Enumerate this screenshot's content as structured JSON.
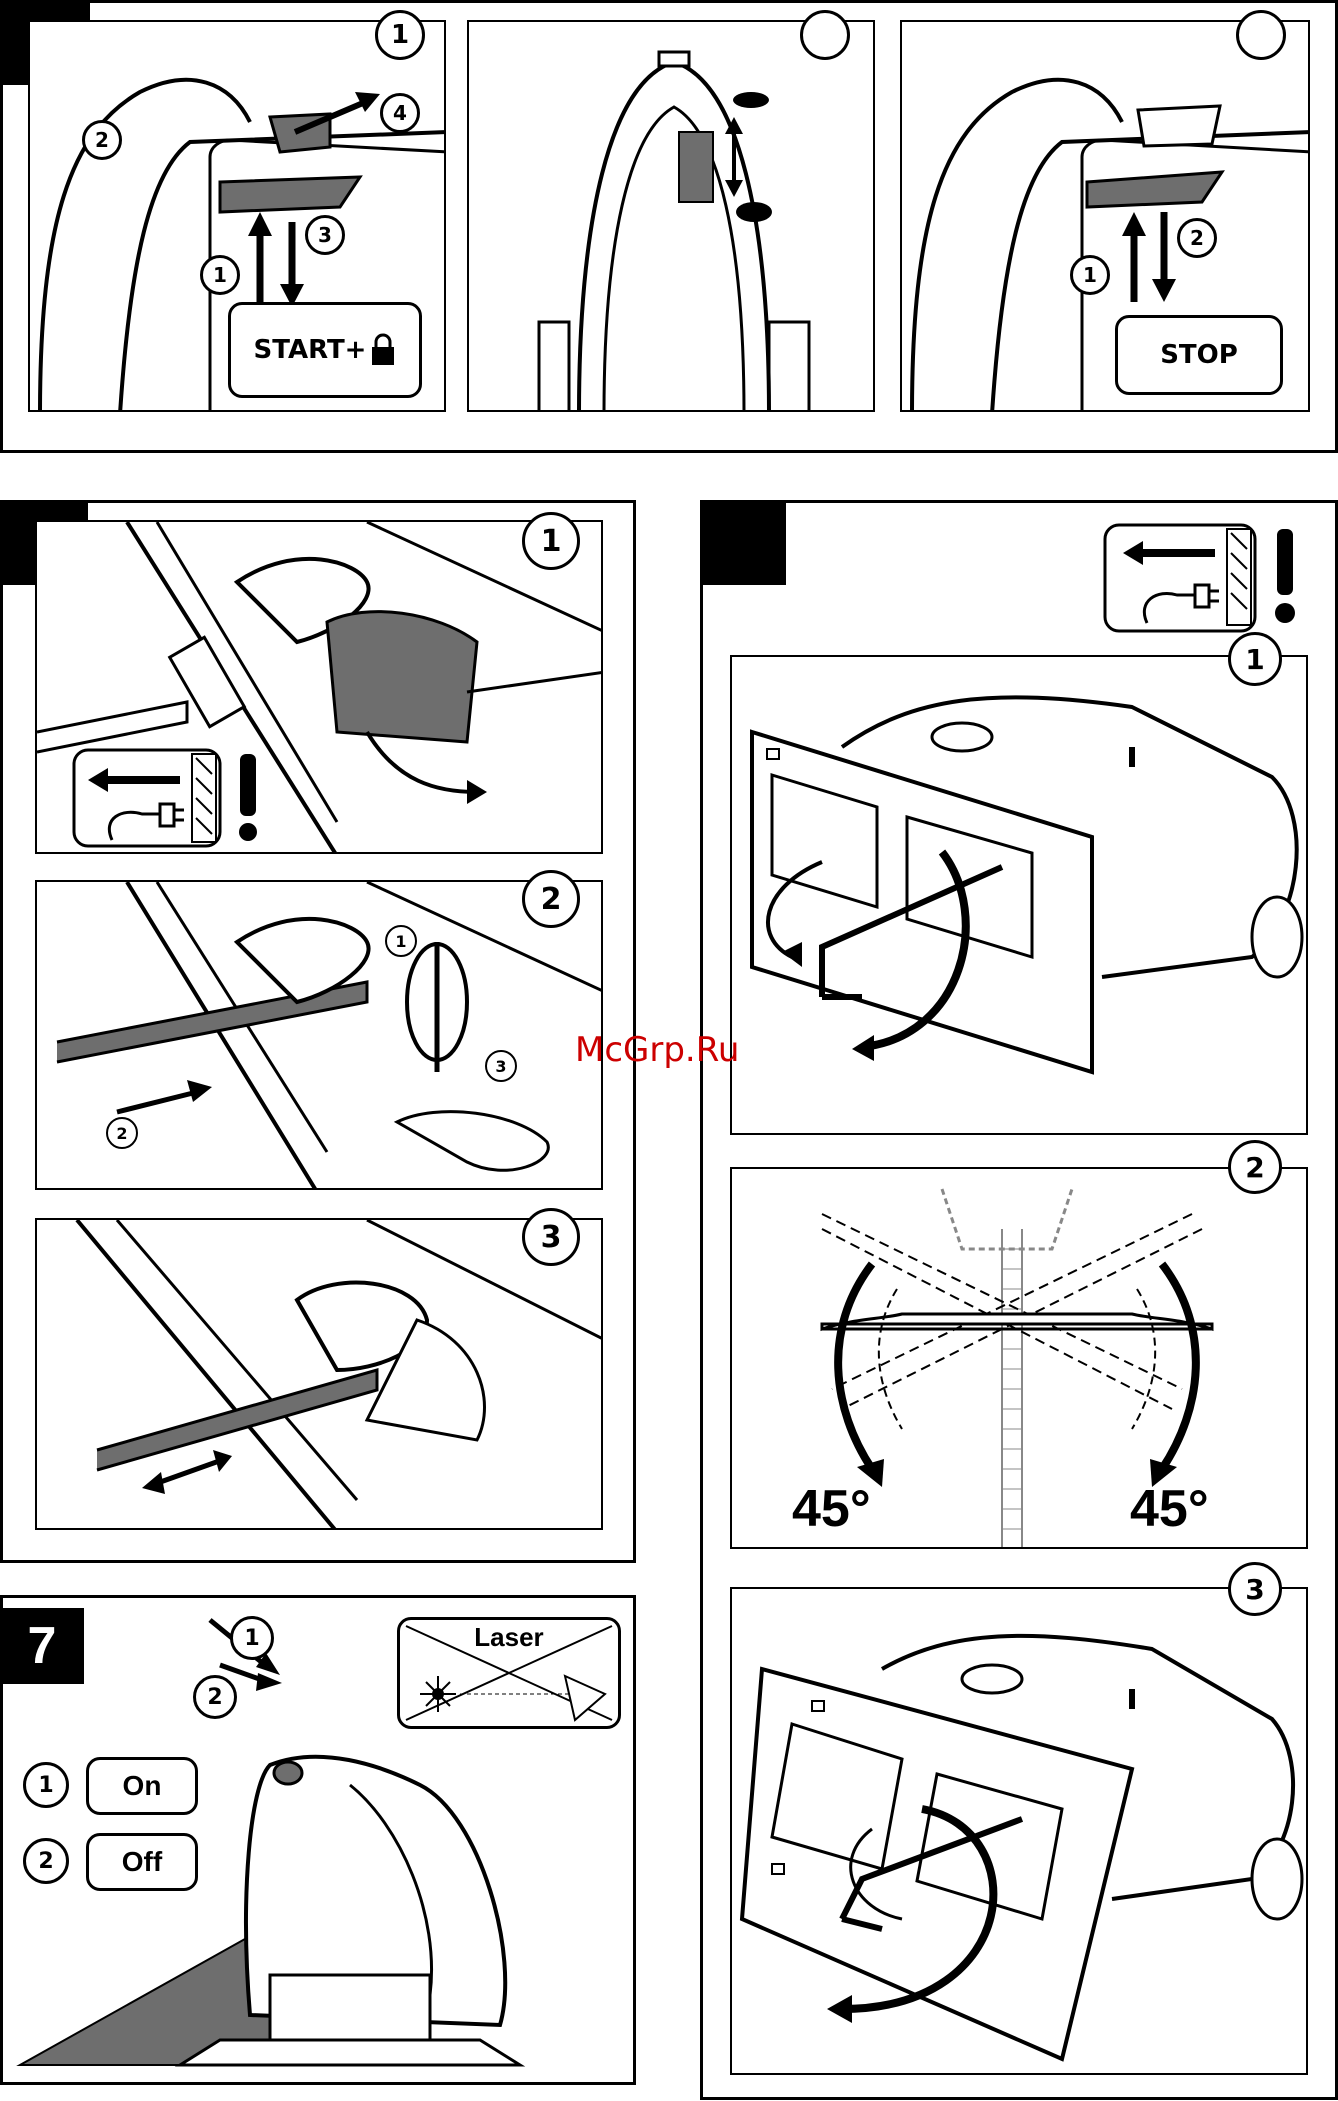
{
  "fig_top": {
    "step_1": "1",
    "left_callouts": {
      "n1": "1",
      "n2": "2",
      "n3": "3",
      "n4": "4"
    },
    "start_label": "START+",
    "right_callouts": {
      "n1": "1",
      "n2": "2"
    },
    "stop_label": "STOP"
  },
  "fig_blade": {
    "p1": "1",
    "p2": "2",
    "p3": "3",
    "p2_callouts": {
      "n1": "1",
      "n2": "2",
      "n3": "3"
    }
  },
  "fig_base": {
    "p1": "1",
    "p2": "2",
    "p3": "3",
    "angle_left": "45°",
    "angle_right": "45°"
  },
  "fig_laser": {
    "number": "7",
    "callout_1": "1",
    "callout_2": "2",
    "on_num": "1",
    "on_label": "On",
    "off_num": "2",
    "off_label": "Off",
    "laser_label": "Laser"
  },
  "watermark": "McGrp.Ru",
  "colors": {
    "ink": "#000000",
    "fill_gray": "#6e6e6e",
    "watermark": "#cc0000"
  }
}
